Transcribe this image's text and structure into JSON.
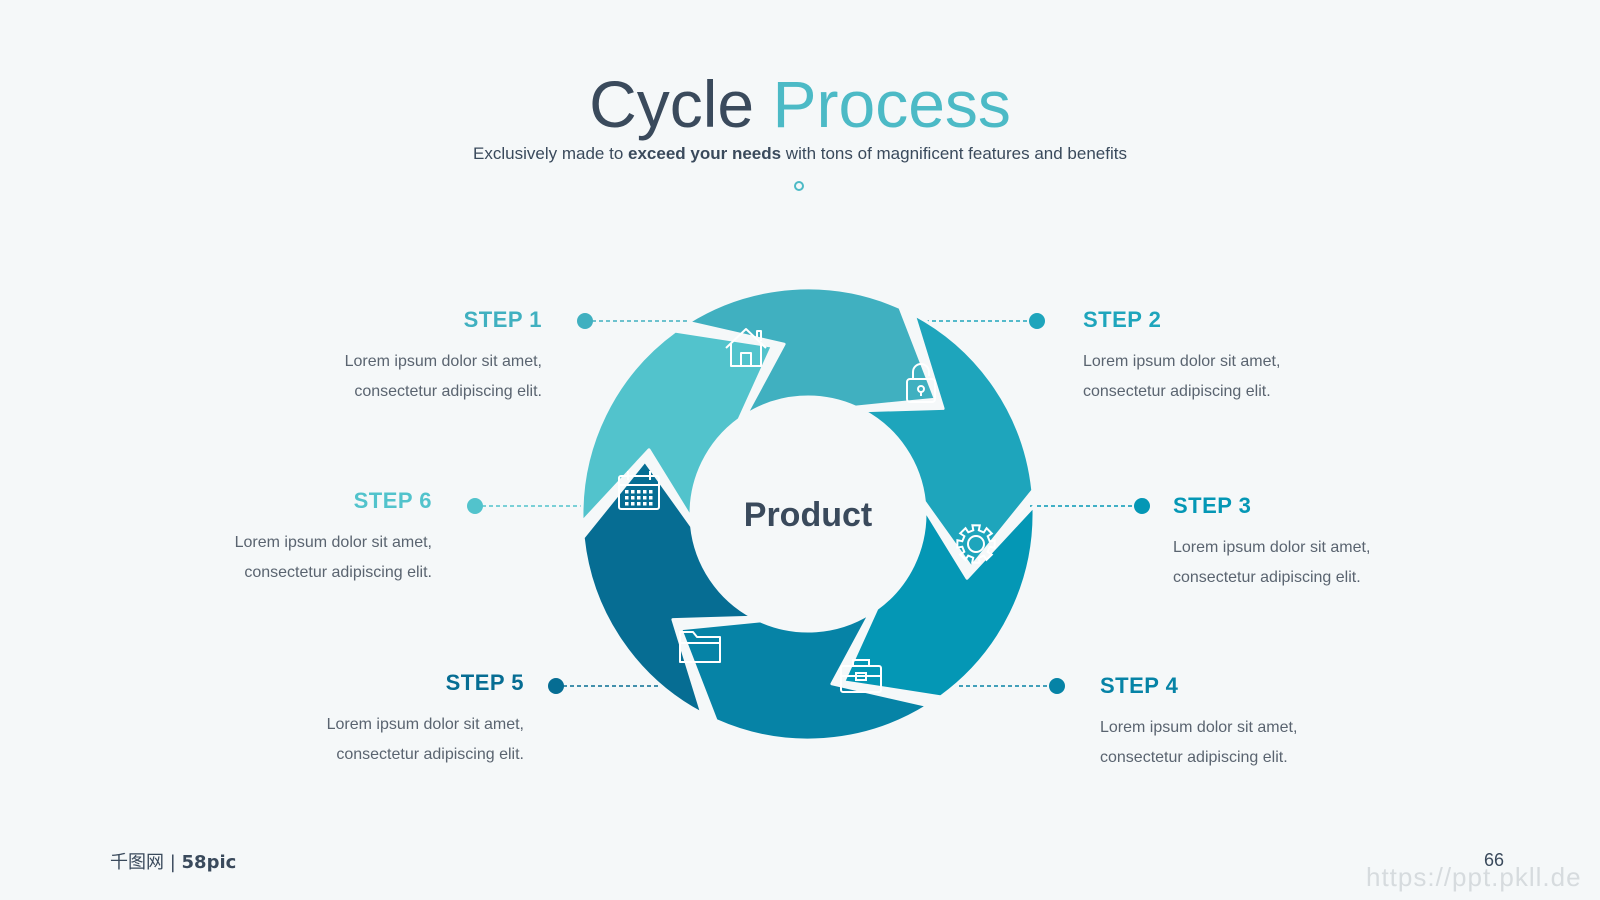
{
  "slide": {
    "title_part1": "Cycle",
    "title_part2": "Process",
    "subtitle_pre": "Exclusively made to ",
    "subtitle_bold": "exceed your needs",
    "subtitle_post": " with tons of magnificent features and benefits",
    "center_label": "Product",
    "steps": [
      {
        "label": "STEP 1",
        "desc_line1": "Lorem ipsum dolor sit amet,",
        "desc_line2": "consectetur adipiscing elit.",
        "color": "#40b0c0",
        "icon": "home-icon"
      },
      {
        "label": "STEP 2",
        "desc_line1": "Lorem ipsum dolor sit amet,",
        "desc_line2": "consectetur adipiscing elit.",
        "color": "#1ea5bc",
        "icon": "padlock-icon"
      },
      {
        "label": "STEP 3",
        "desc_line1": "Lorem ipsum dolor sit amet,",
        "desc_line2": "consectetur adipiscing elit.",
        "color": "#0497b5",
        "icon": "gear-icon"
      },
      {
        "label": "STEP 4",
        "desc_line1": "Lorem ipsum dolor sit amet,",
        "desc_line2": "consectetur adipiscing elit.",
        "color": "#0683a6",
        "icon": "briefcase-icon"
      },
      {
        "label": "STEP 5",
        "desc_line1": "Lorem ipsum dolor sit amet,",
        "desc_line2": "consectetur adipiscing elit.",
        "color": "#066d93",
        "icon": "folder-icon"
      },
      {
        "label": "STEP 6",
        "desc_line1": "Lorem ipsum dolor sit amet,",
        "desc_line2": "consectetur adipiscing elit.",
        "color": "#52c3cc",
        "icon": "calendar-icon"
      }
    ],
    "footer_logo_cn": "千图网",
    "footer_logo_brand": "58pic",
    "page_number": "66",
    "watermark": "https://ppt.pkll.de"
  }
}
